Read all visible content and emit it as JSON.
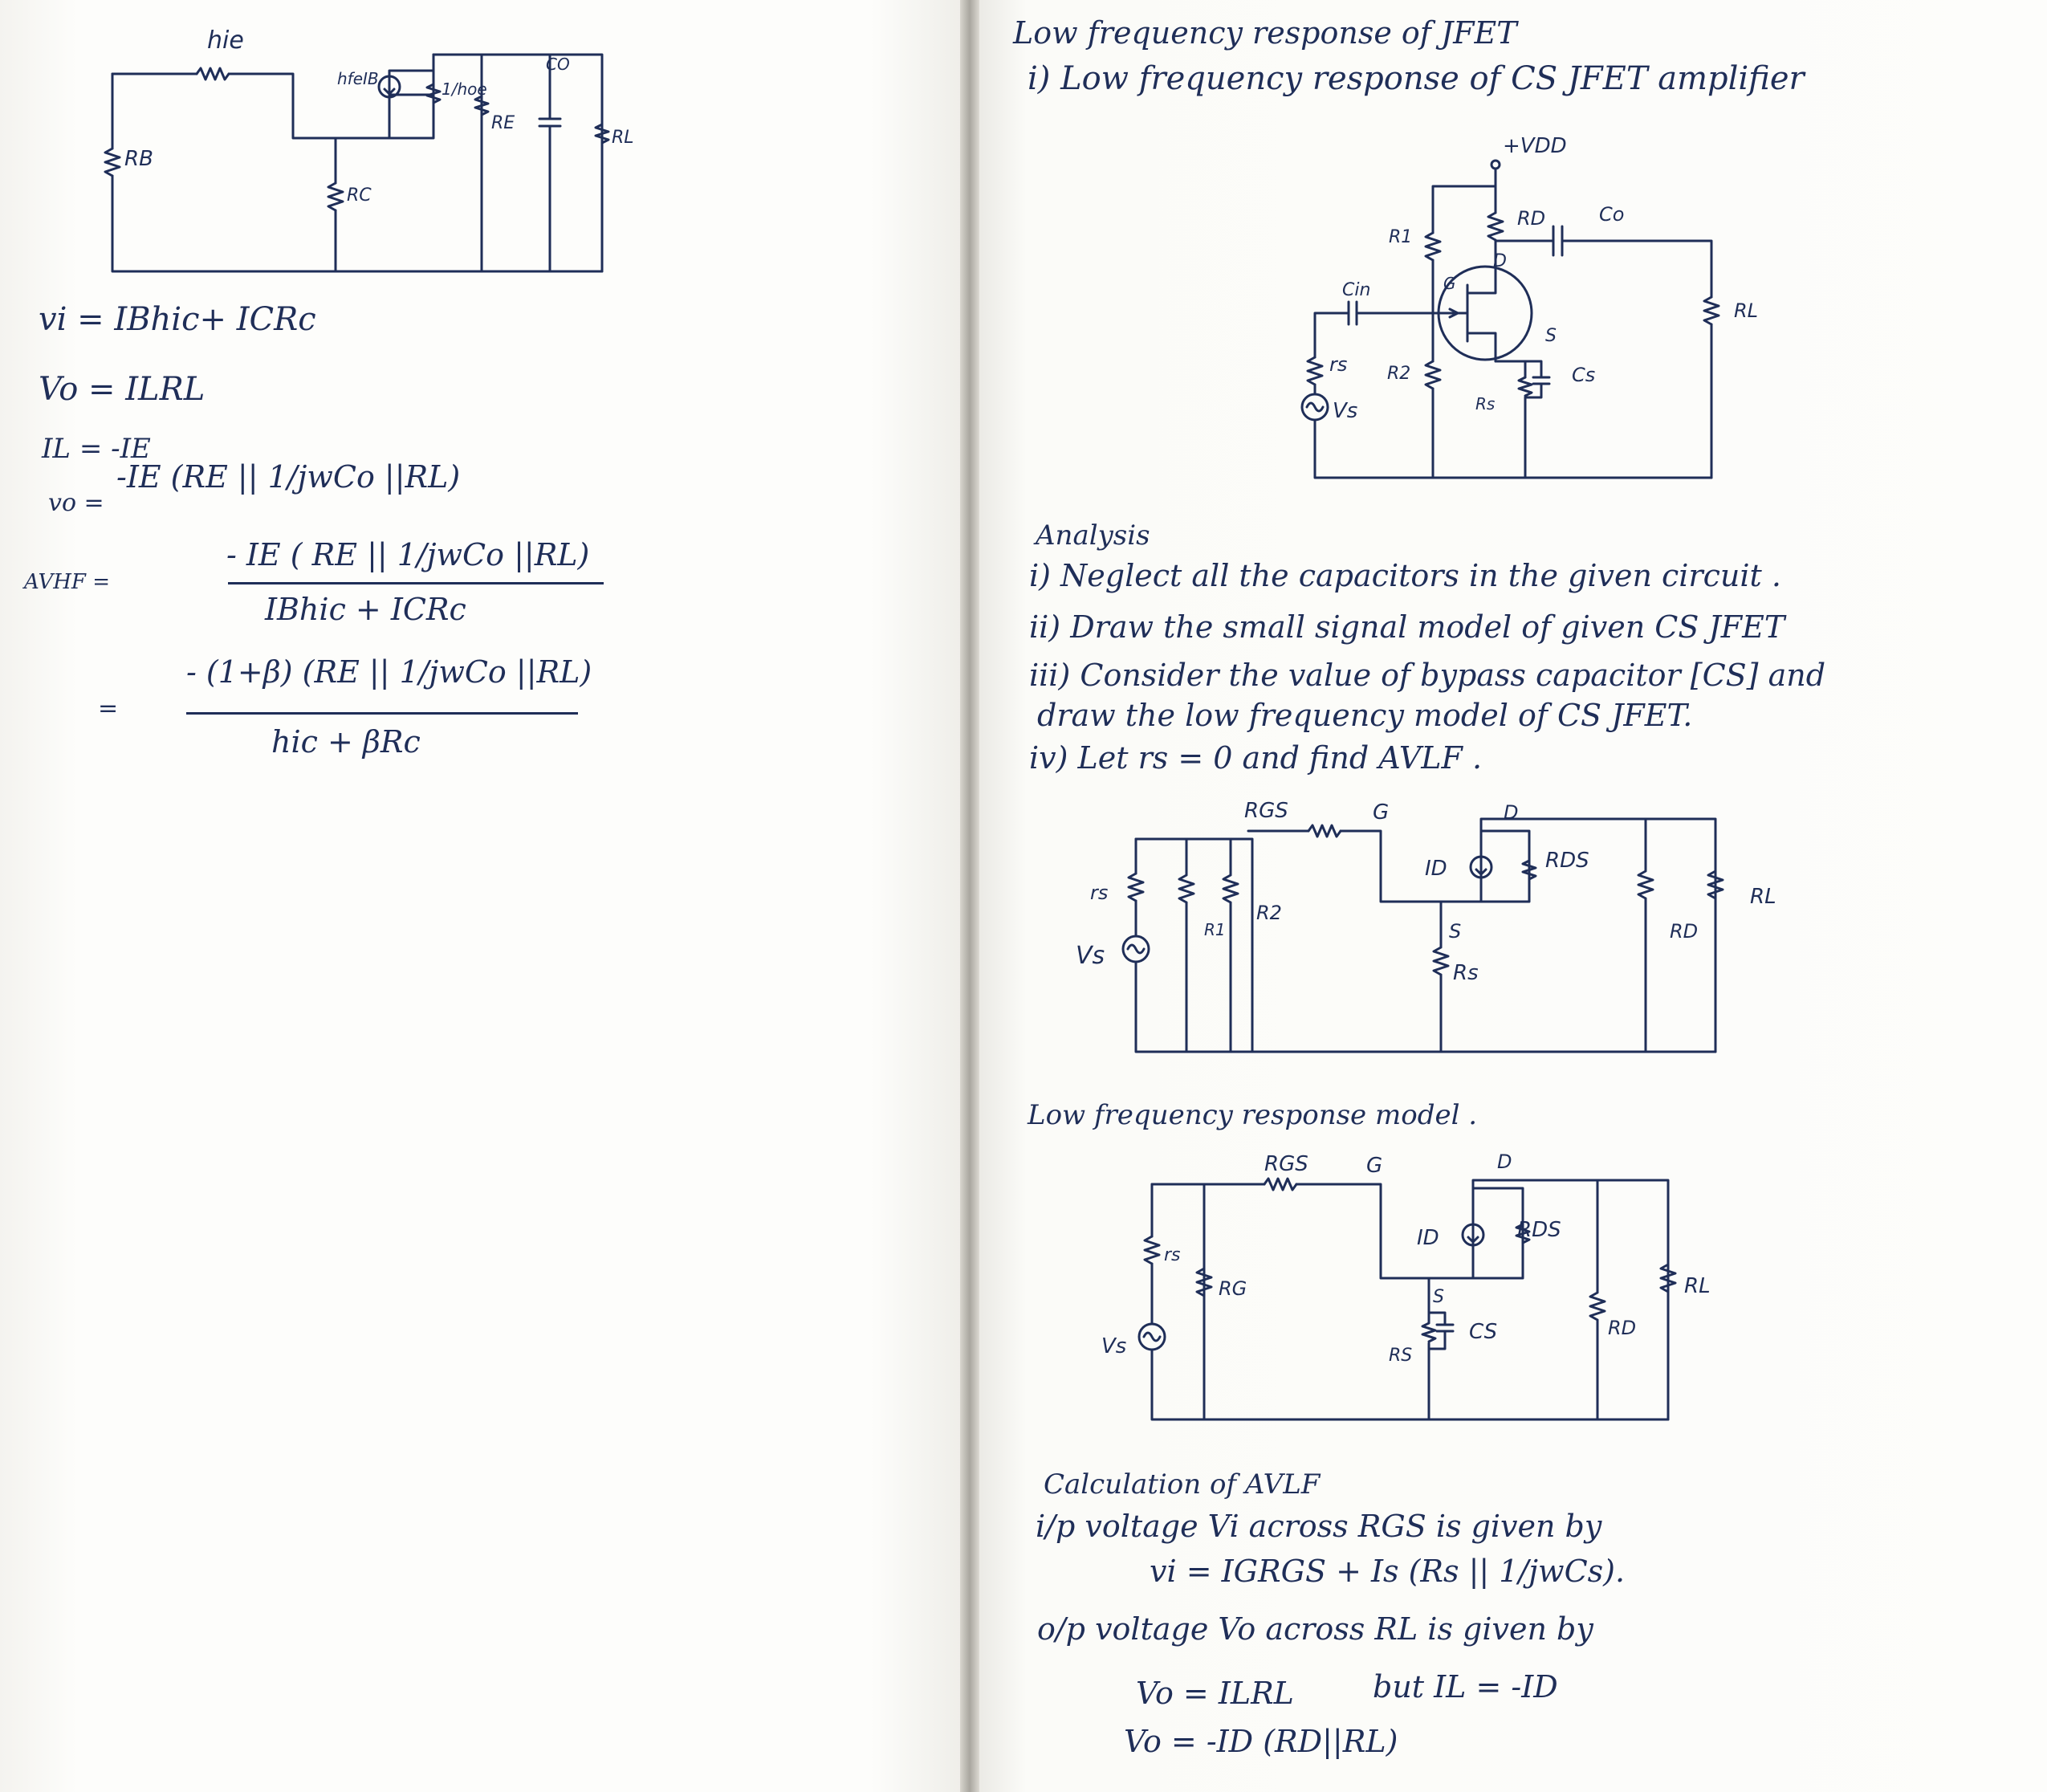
{
  "left_page": {
    "circuit1": {
      "hie": "hie",
      "hfe_ib": "hfeIB",
      "one_over_hoe": "1/hoe",
      "re": "RE",
      "co": "CO",
      "rl": "RL",
      "rb": "RB",
      "rc": "RC"
    },
    "eq_vi": "vi  =  IBhic+ ICRc",
    "eq_vo": "Vo  =  ILRL",
    "eq_il": "IL = -IE",
    "eq_vo2_label": "vo =",
    "eq_vo2_expr": "-IE (RE || 1/jwCo ||RL)",
    "avhf_label": "AVHF =",
    "avhf_num": "- IE ( RE || 1/jwCo ||RL)",
    "avhf_den": "IBhic + ICRc",
    "eq_sign": "=",
    "avhf2_num": "- (1+β) (RE || 1/jwCo ||RL)",
    "avhf2_den": "hic + βRc"
  },
  "right_page": {
    "title": "Low frequency response of JFET",
    "subtitle": "i) Low frequency response of  CS JFET amplifier",
    "circuit2": {
      "vdd": "+VDD",
      "r1": "R1",
      "rd": "RD",
      "co": "Co",
      "d": "D",
      "g": "G",
      "cin": "Cin",
      "rl": "RL",
      "rs": "rs",
      "r2": "R2",
      "s": "S",
      "cs": "Cs",
      "vs": "Vs",
      "rs2": "Rs"
    },
    "analysis_heading": "Analysis",
    "analysis_steps": [
      "i) Neglect all the capacitors in the given circuit .",
      "ii) Draw the small signal model of given CS JFET",
      "iii) Consider the value of bypass capacitor [CS] and",
      "draw the low frequency model of CS JFET.",
      "iv) Let rs = 0  and  find  AVLF ."
    ],
    "circuit3": {
      "rgs": "RGS",
      "g": "G",
      "d": "D",
      "id": "ID",
      "rds": "RDS",
      "rs": "rs",
      "r2": "R2",
      "r1": "R1",
      "vs": "Vs",
      "s": "S",
      "rs2": "Rs",
      "rd": "RD",
      "rl": "RL"
    },
    "model_heading": "Low frequency response model .",
    "circuit4": {
      "rgs": "RGS",
      "g": "G",
      "d": "D",
      "id": "ID",
      "rds": "RDS",
      "rs": "rs",
      "rg": "RG",
      "vs": "Vs",
      "s": "S",
      "cs": "CS",
      "rs2": "RS",
      "rd": "RD",
      "rl": "RL"
    },
    "calc_heading": "Calculation of AVLF",
    "calc_line1": "i/p voltage  Vi across  RGS  is given by",
    "calc_line2": "vi  =  IGRGS + Is (Rs || 1/jwCs).",
    "calc_line3": "o/p voltage  Vo across  RL  is given  by",
    "calc_line4a": "Vo  =  ILRL",
    "calc_line4b": "but  IL = -ID",
    "calc_line5": "Vo  =  -ID (RD||RL)"
  }
}
